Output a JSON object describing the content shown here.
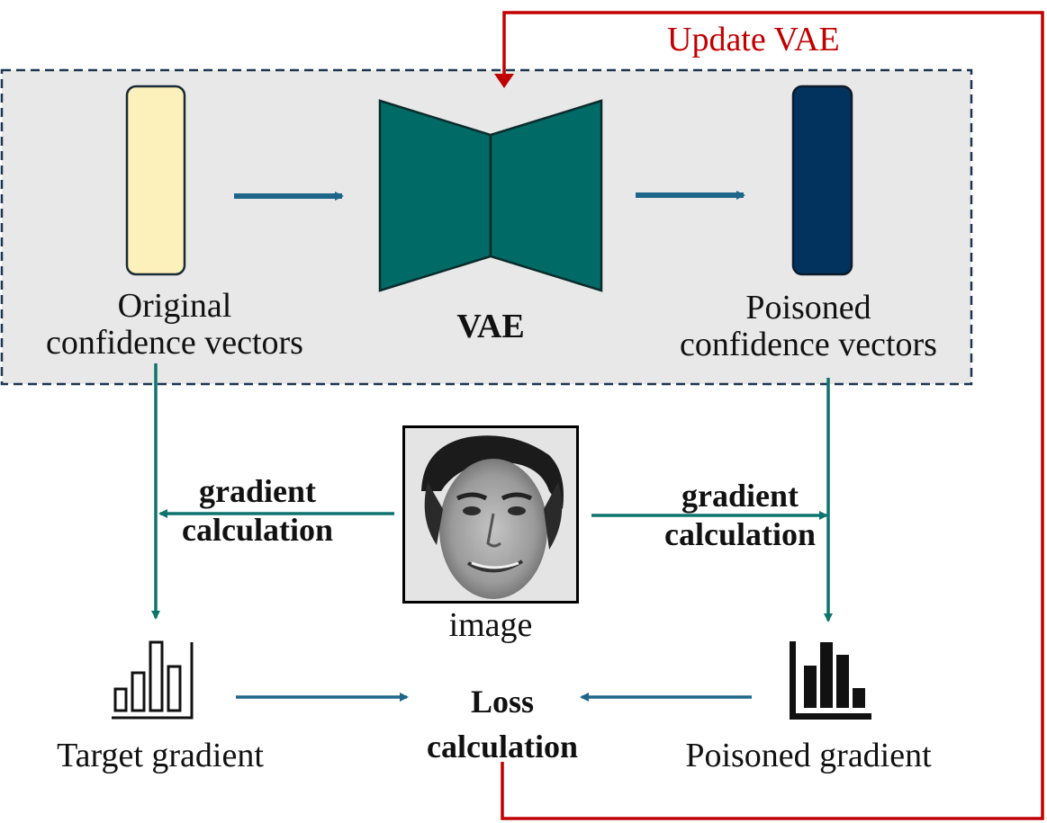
{
  "labels": {
    "update_vae": "Update VAE",
    "original": [
      "Original",
      "confidence vectors"
    ],
    "vae": "VAE",
    "poisoned_vectors": [
      "Poisoned",
      "confidence vectors"
    ],
    "gradient_left": [
      "gradient",
      "calculation"
    ],
    "gradient_right": [
      "gradient",
      "calculation"
    ],
    "image": "image",
    "target_gradient": "Target gradient",
    "loss": [
      "Loss",
      "calculation"
    ],
    "poisoned_gradient": "Poisoned gradient"
  },
  "icons": {
    "image": "face-photo-icon",
    "target": "bar-chart-outline-icon",
    "poisoned": "bar-chart-filled-icon"
  },
  "colors": {
    "panel_fill": "#e8e8e8",
    "panel_border": "#1c3550",
    "original_vector": "#fcf1bb",
    "vae_fill": "#006b66",
    "poisoned_vector": "#02335f",
    "blue_arrow": "#1e6689",
    "teal_arrow": "#0e746e",
    "red_loop": "#c00000"
  }
}
